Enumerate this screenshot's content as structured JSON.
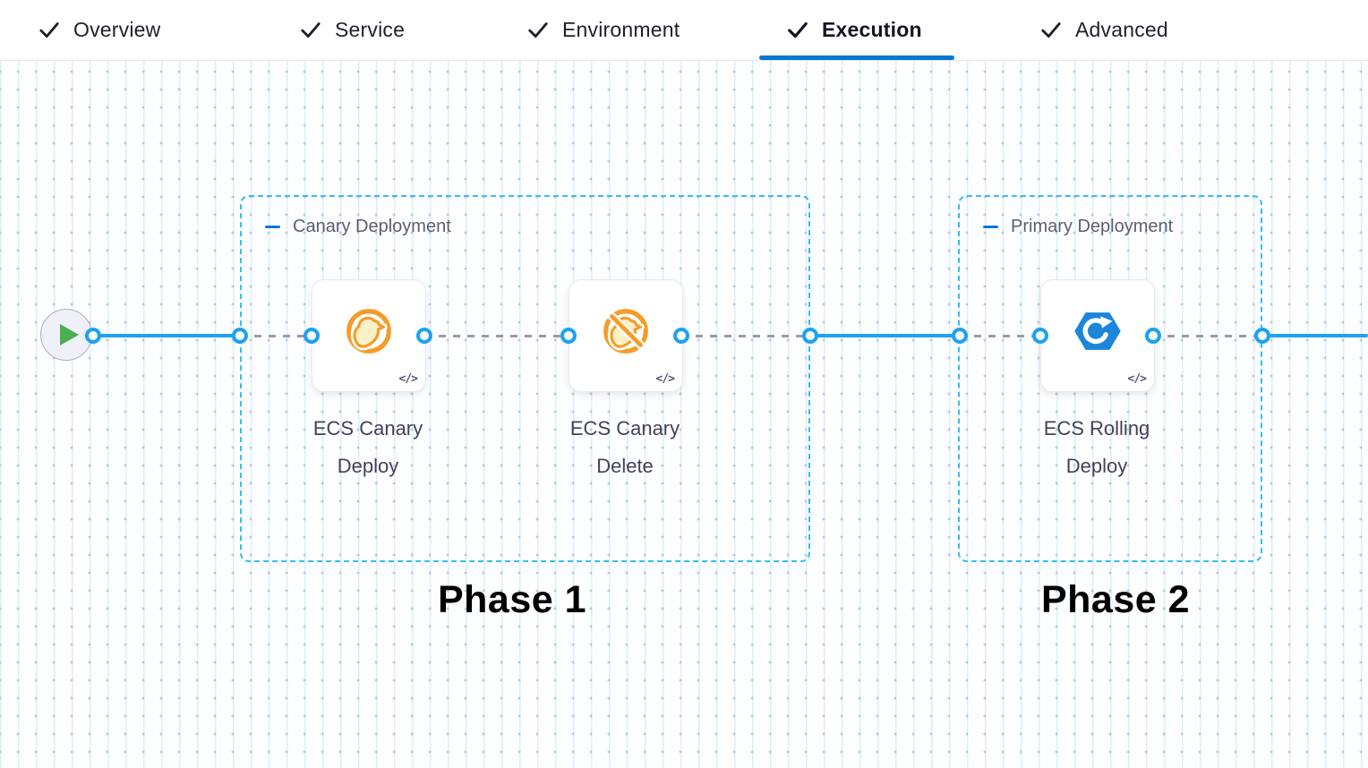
{
  "header": {
    "tabs": [
      {
        "label": "Overview",
        "state": "complete"
      },
      {
        "label": "Service",
        "state": "complete"
      },
      {
        "label": "Environment",
        "state": "complete"
      },
      {
        "label": "Execution",
        "state": "complete-active"
      },
      {
        "label": "Advanced",
        "state": "complete"
      }
    ]
  },
  "pipeline": {
    "start_node": {
      "icon": "play-icon"
    },
    "code_badge": "</>",
    "groups": [
      {
        "title": "Canary Deployment",
        "phase": "Phase 1",
        "steps": [
          {
            "label": "ECS Canary Deploy",
            "icon": "ecs-canary-deploy-icon"
          },
          {
            "label": "ECS Canary Delete",
            "icon": "ecs-canary-delete-icon"
          }
        ]
      },
      {
        "title": "Primary Deployment",
        "phase": "Phase 2",
        "steps": [
          {
            "label": "ECS Rolling Deploy",
            "icon": "ecs-rolling-deploy-icon"
          }
        ]
      }
    ]
  },
  "colors": {
    "accent_blue": "#0278d5",
    "link_blue": "#1da2f2",
    "group_border_blue": "#36bdf2",
    "canary_orange": "#f39b1f",
    "ecs_blue": "#1b86da",
    "play_green": "#4cae4f",
    "dashed_link_gray": "#979ab0"
  }
}
